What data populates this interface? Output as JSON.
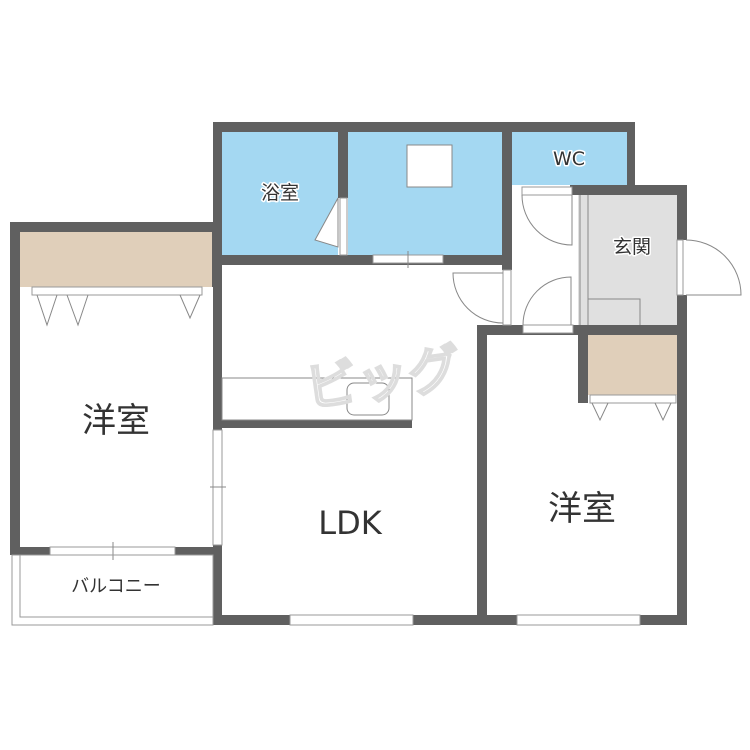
{
  "plan": {
    "rooms": {
      "western_room_left": "洋室",
      "western_room_right": "洋室",
      "ldk": "LDK",
      "bathroom": "浴室",
      "wc": "WC",
      "entrance": "玄関",
      "balcony": "バルコニー"
    },
    "watermark": "ビッグ",
    "colors": {
      "wall": "#606060",
      "wet_area": "#a4d8f2",
      "closet": "#e0cfba",
      "entrance_floor": "#e0e0e0"
    }
  }
}
